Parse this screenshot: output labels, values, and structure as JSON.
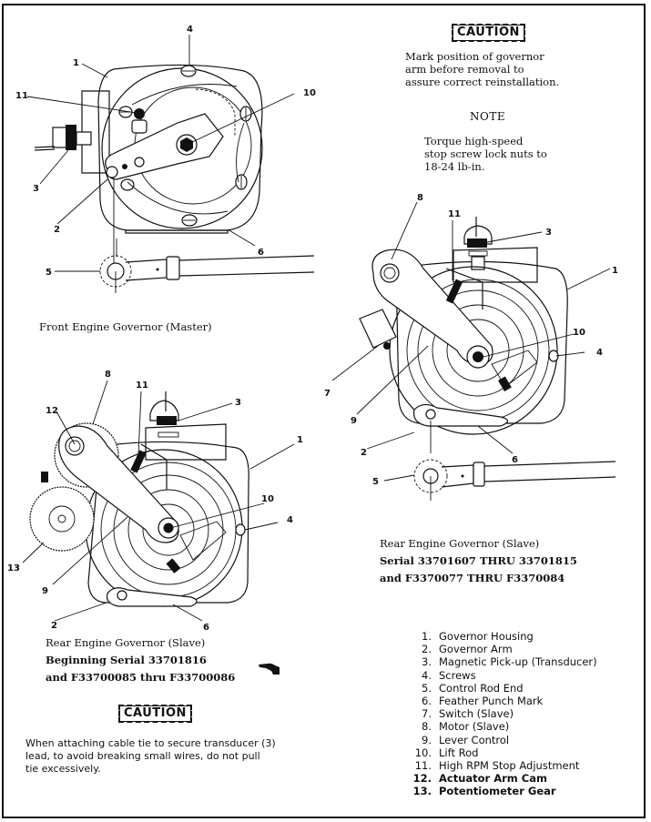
{
  "top_caution": {
    "label": "CAUTION",
    "lines": [
      "Mark position of governor",
      "arm before removal to",
      "assure correct reinstallation."
    ]
  },
  "note": {
    "label": "NOTE",
    "lines": [
      "Torque high-speed",
      "stop screw lock nuts to",
      "18-24 lb-in."
    ]
  },
  "figures": {
    "front_master": {
      "caption": "Front Engine Governor (Master)",
      "callouts": {
        "c1": "1",
        "c2": "2",
        "c3": "3",
        "c4": "4",
        "c5": "5",
        "c6": "6",
        "c10": "10",
        "c11": "11"
      }
    },
    "rear_slave_early": {
      "caption_lines": [
        "Rear Engine Governor (Slave)",
        "Serial 33701607  THRU 33701815",
        "and F3370077 THRU F3370084"
      ],
      "callouts": {
        "c1": "1",
        "c2": "2",
        "c3": "3",
        "c4": "4",
        "c5": "5",
        "c6": "6",
        "c7": "7",
        "c8": "8",
        "c9": "9",
        "c10": "10",
        "c11": "11"
      }
    },
    "rear_slave_late": {
      "caption_lines": [
        "Rear Engine Governor (Slave)",
        "Beginning  Serial 33701816",
        "and F33700085 thru F33700086"
      ],
      "callouts": {
        "c1": "1",
        "c2": "2",
        "c3": "3",
        "c4": "4",
        "c6": "6",
        "c8": "8",
        "c9": "9",
        "c10": "10",
        "c11": "11",
        "c12": "12",
        "c13": "13"
      }
    }
  },
  "change_marker_icon": "pointing-hand-icon",
  "bottom_caution": {
    "label": "CAUTION",
    "lines": [
      "When attaching cable tie to secure transducer (3)",
      "lead, to avoid breaking small wires, do not pull",
      "tie excessively."
    ]
  },
  "legend": [
    {
      "num": "1.",
      "label": "Governor Housing"
    },
    {
      "num": "2.",
      "label": "Governor Arm"
    },
    {
      "num": "3.",
      "label": "Magnetic Pick-up (Transducer)"
    },
    {
      "num": "4.",
      "label": "Screws"
    },
    {
      "num": "5.",
      "label": "Control Rod End"
    },
    {
      "num": "6.",
      "label": "Feather Punch Mark"
    },
    {
      "num": "7.",
      "label": "Switch (Slave)"
    },
    {
      "num": "8.",
      "label": "Motor (Slave)"
    },
    {
      "num": "9.",
      "label": "Lever Control"
    },
    {
      "num": "10.",
      "label": "Lift Rod"
    },
    {
      "num": "11.",
      "label": "High RPM Stop Adjustment"
    },
    {
      "num": "12.",
      "label": "Actuator Arm Cam"
    },
    {
      "num": "13.",
      "label": "Potentiometer Gear"
    }
  ]
}
